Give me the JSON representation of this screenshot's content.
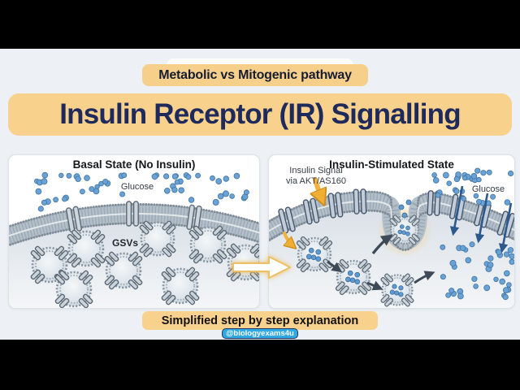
{
  "video": {
    "letterbox_color": "#000000",
    "canvas_bg": "#edf1f5"
  },
  "header": {
    "kicker": "Metabolic vs Mitogenic pathway",
    "title": "Insulin Receptor (IR) Signalling",
    "banner_color": "#f8d18c",
    "title_color": "#1e2a5c"
  },
  "diagram": {
    "left_panel": {
      "title": "Basal State (No Insulin)",
      "labels": {
        "glucose": "Glucose",
        "gsvs": "GSVs"
      }
    },
    "right_panel": {
      "title": "Insulin-Stimulated State",
      "labels": {
        "signal_line1": "Insulin Signal",
        "signal_line2": "via AKT/AS160",
        "glucose": "Glucose"
      }
    }
  },
  "footer": {
    "banner": "Simplified step by step explanation",
    "badge": "@biologyexams4u",
    "badge_color": "#2fa9e1"
  },
  "colors": {
    "glucose_dot": "#68a2d6",
    "membrane": "#b3bfc9",
    "arrow_gold": "#f0ae35",
    "arrow_dark": "#3e4a58",
    "arrow_blue": "#2c5a8c"
  }
}
